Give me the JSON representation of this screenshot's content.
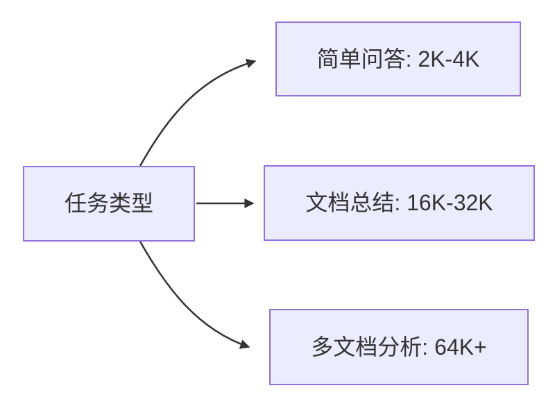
{
  "diagram": {
    "type": "flowchart-LR",
    "background_color": "#ffffff",
    "node_fill_color": "#ECECFF",
    "node_border_color": "#9370DB",
    "edge_color": "#333333",
    "text_color": "#333333",
    "root": {
      "id": "task-type",
      "label": "任务类型"
    },
    "children": [
      {
        "id": "simple-qa",
        "label": "简单问答: 2K-4K"
      },
      {
        "id": "doc-summary",
        "label": "文档总结: 16K-32K"
      },
      {
        "id": "multi-doc",
        "label": "多文档分析: 64K+"
      }
    ],
    "edges": [
      {
        "from": "task-type",
        "to": "simple-qa"
      },
      {
        "from": "task-type",
        "to": "doc-summary"
      },
      {
        "from": "task-type",
        "to": "multi-doc"
      }
    ]
  }
}
